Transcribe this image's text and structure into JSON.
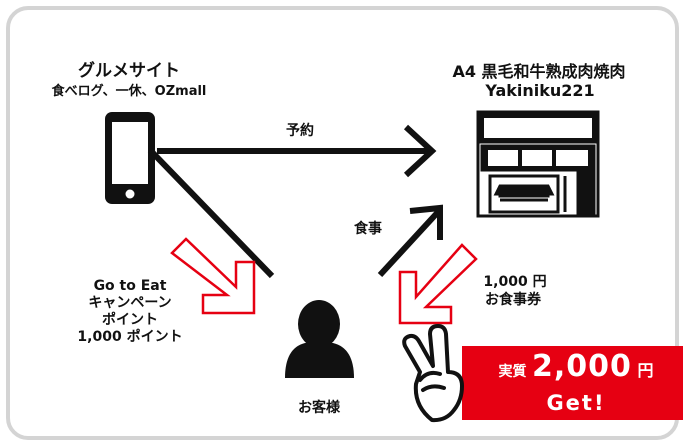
{
  "gourmet_site": {
    "title": "グルメサイト",
    "subtitle": "食べログ、一休、OZmall"
  },
  "restaurant": {
    "name_line1": "A4 黒毛和牛熟成肉焼肉",
    "name_line2": "Yakiniku221"
  },
  "arrows": {
    "reservation": "予約",
    "dining": "食事"
  },
  "left_reward": {
    "line1": "Go to Eat",
    "line2": "キャンペーン",
    "line3": "ポイント",
    "line4": "1,000 ポイント"
  },
  "right_reward": {
    "line1": "1,000 円",
    "line2": "お食事券"
  },
  "customer": {
    "label": "お客様"
  },
  "banner": {
    "prefix": "実質",
    "amount": "2,000",
    "unit": "円",
    "get": "Get!",
    "color": "#e60012"
  }
}
